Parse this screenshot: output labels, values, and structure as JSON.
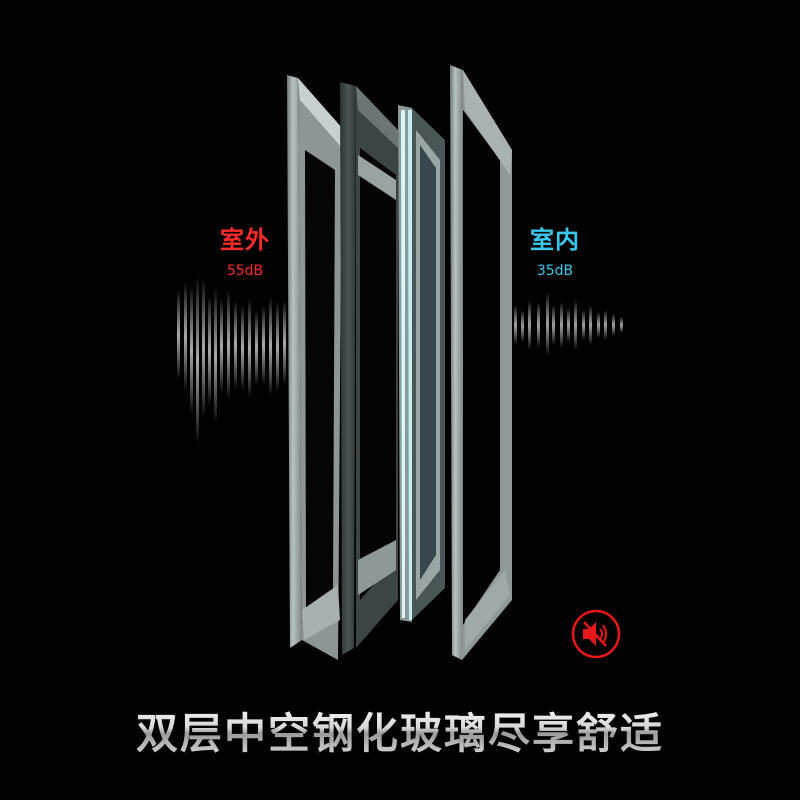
{
  "outdoor": {
    "title": "室外",
    "decibel": "55dB",
    "color": "#ff2a2a"
  },
  "indoor": {
    "title": "室内",
    "decibel": "35dB",
    "color": "#39c8ec"
  },
  "mute_icon": {
    "name": "speaker-muted-icon",
    "color": "#e81818"
  },
  "headline": "双层中空钢化玻璃尽享舒适",
  "colors": {
    "background": "#020202",
    "frame_light": "#9aa3a3",
    "frame_dark": "#3c4343",
    "glass_edge": "#cfeff2"
  }
}
